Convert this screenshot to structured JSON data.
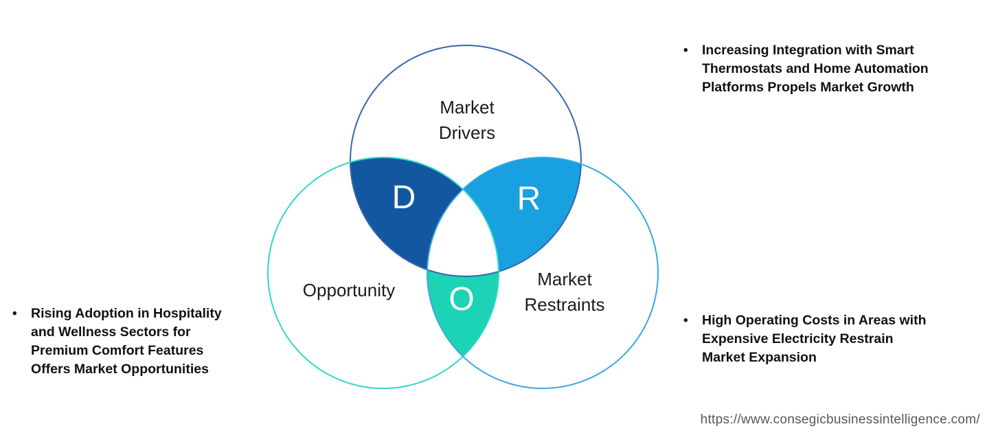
{
  "diagram": {
    "title": "Drivers, Restraints and Opportunity Venn diagram",
    "circles": [
      {
        "id": "market-drivers",
        "label": "Market\nDrivers",
        "stroke": "#3566ae"
      },
      {
        "id": "opportunity",
        "label": "Opportunity",
        "stroke": "#2fd9c6"
      },
      {
        "id": "market-restraints",
        "label": "Market\nRestraints",
        "stroke": "#36a9e1"
      }
    ],
    "overlaps": [
      {
        "id": "drivers-opportunity",
        "letter": "D",
        "fill": "#1257a0"
      },
      {
        "id": "drivers-restraints",
        "letter": "R",
        "fill": "#18a0e0"
      },
      {
        "id": "opportunity-restraints",
        "letter": "O",
        "fill": "#1dd3b6"
      }
    ],
    "center_fill": "#ffffff"
  },
  "bullets": {
    "marker": "•",
    "items": [
      {
        "id": "driver-note",
        "text": "Increasing Integration with Smart\nThermostats and Home Automation\nPlatforms Propels Market Growth"
      },
      {
        "id": "opportunity-note",
        "text": "Rising Adoption in Hospitality\nand Wellness Sectors for\nPremium Comfort Features\nOffers Market Opportunities"
      },
      {
        "id": "restraint-note",
        "text": "High Operating Costs in Areas with\nExpensive Electricity Restrain\nMarket Expansion"
      }
    ]
  },
  "footer": {
    "url": "https://www.consegicbusinessintelligence.com/"
  }
}
